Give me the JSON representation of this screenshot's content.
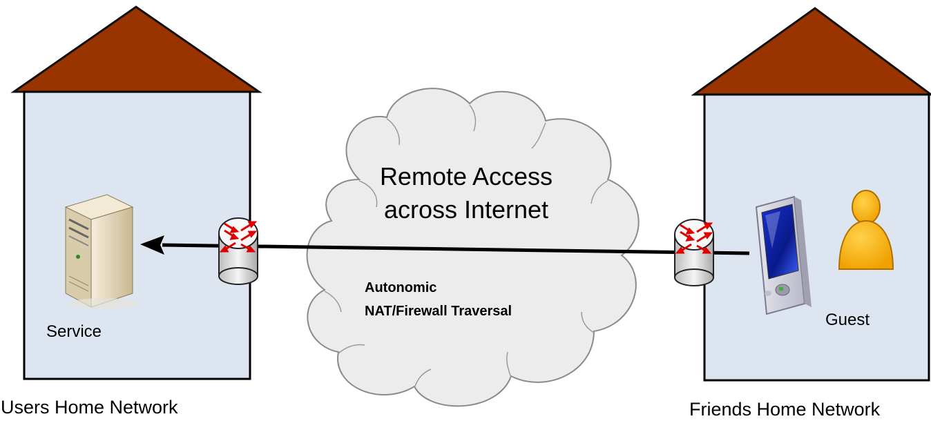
{
  "houses": {
    "left": {
      "label": "Users Home Network"
    },
    "right": {
      "label": "Friends Home Network"
    }
  },
  "devices": {
    "service": {
      "label": "Service",
      "icon": "server-icon"
    },
    "guest": {
      "label": "Guest",
      "icons": [
        "pda-icon",
        "user-icon"
      ]
    }
  },
  "cloud": {
    "title_line1": "Remote Access",
    "title_line2": "across Internet",
    "sub_line1": "Autonomic",
    "sub_line2": "NAT/Firewall Traversal"
  },
  "colors": {
    "roof": "#993300",
    "house_fill": "#dde5f1",
    "cloud_fill": "#ececec",
    "router_arrows": "#e00000"
  }
}
